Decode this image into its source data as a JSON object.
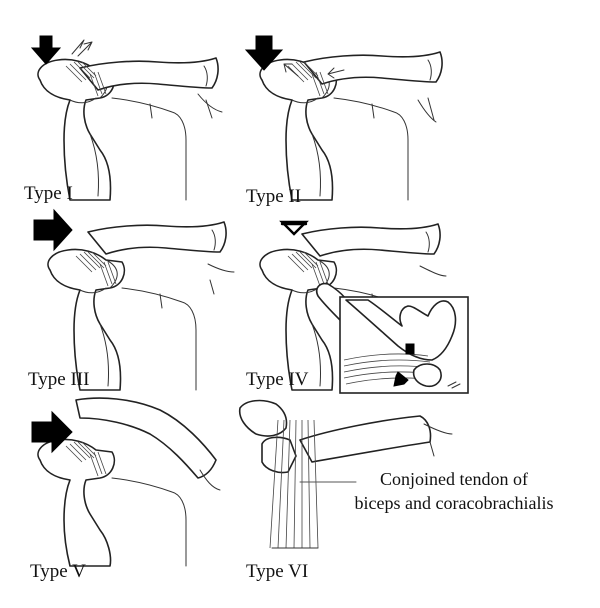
{
  "panels": [
    {
      "id": "type-1",
      "label": "Type I"
    },
    {
      "id": "type-2",
      "label": "Type II"
    },
    {
      "id": "type-3",
      "label": "Type III"
    },
    {
      "id": "type-4",
      "label": "Type IV"
    },
    {
      "id": "type-5",
      "label": "Type V"
    },
    {
      "id": "type-6",
      "label": "Type VI"
    }
  ],
  "annotation": {
    "line1": "Conjoined tendon of",
    "line2": "biceps and coracobrachialis"
  }
}
